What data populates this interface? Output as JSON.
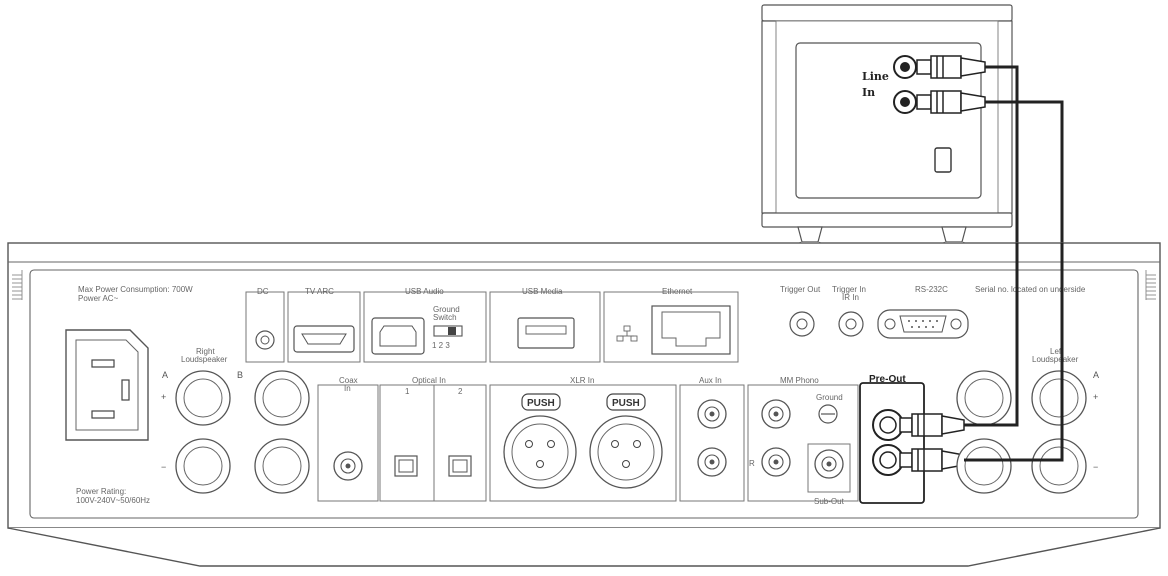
{
  "subwoofer": {
    "line_in_label_1": "Line",
    "line_in_label_2": "In"
  },
  "amplifier": {
    "power_consumption": "Max Power Consumption: 700W",
    "power_ac": "Power AC~",
    "power_rating_title": "Power Rating:",
    "power_rating_value": "100V-240V~50/60Hz",
    "right_speaker": "Right",
    "left_speaker": "Left",
    "loudspeaker": "Loudspeaker",
    "spk_a": "A",
    "spk_b": "B",
    "plus": "+",
    "minus": "−",
    "dc": "DC",
    "tv_arc": "TV ARC",
    "usb_audio": "USB Audio",
    "ground_switch_1": "Ground",
    "ground_switch_2": "Switch",
    "switch_positions": "1 2 3",
    "usb_media": "USB Media",
    "ethernet": "Ethernet",
    "trigger_out": "Trigger Out",
    "trigger_in": "Trigger In",
    "ir_in": "IR In",
    "rs232c": "RS-232C",
    "serial_note": "Serial no. located on underside",
    "coax_1": "Coax",
    "coax_2": "In",
    "optical_in": "Optical In",
    "optical_1": "1",
    "optical_2": "2",
    "xlr_in": "XLR In",
    "push": "PUSH",
    "aux_in": "Aux In",
    "mm_phono": "MM Phono",
    "ground": "Ground",
    "sub_out": "Sub-Out",
    "pre_out": "Pre-Out",
    "channel_r": "R"
  },
  "colors": {
    "line": "#555555",
    "cable": "#222222",
    "background": "#ffffff"
  }
}
